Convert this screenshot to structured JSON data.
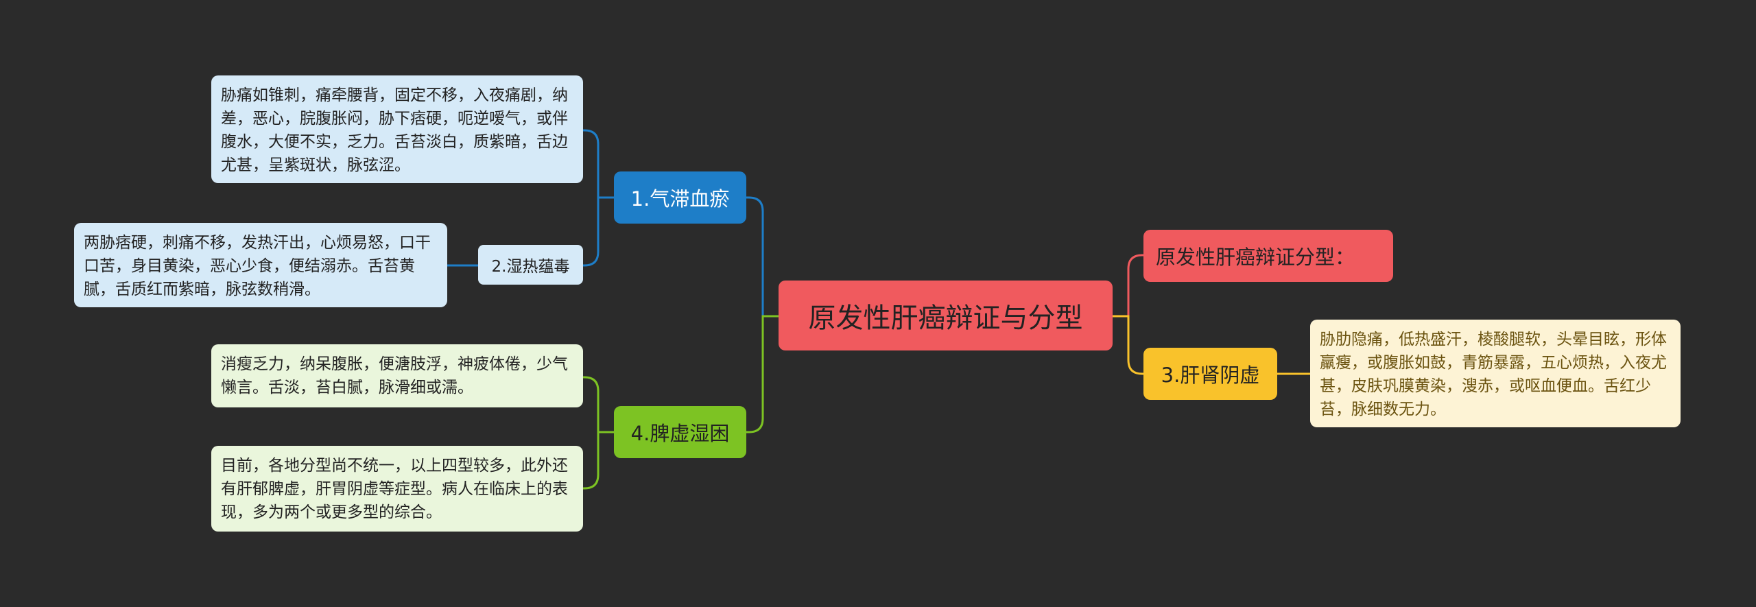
{
  "root": {
    "label": "原发性肝癌辩证与分型"
  },
  "left_branches": [
    {
      "label": "1.气滞血瘀",
      "color": "#1e7ec8",
      "detail": "胁痛如锥刺，痛牵腰背，固定不移，入夜痛剧，纳差，恶心，脘腹胀闷，胁下痞硬，呃逆嗳气，或伴腹水，大便不实，乏力。舌苔淡白，质紫暗，舌边尤甚，呈紫斑状，脉弦涩。",
      "sub": {
        "label": "2.湿热蕴毒",
        "detail": "两胁痞硬，刺痛不移，发热汗出，心烦易怒，口干口苦，身目黄染，恶心少食，便结溺赤。舌苔黄腻，舌质红而紫暗，脉弦数稍滑。"
      }
    },
    {
      "label": "4.脾虚湿困",
      "color": "#7dc323",
      "details": [
        "消瘦乏力，纳呆腹胀，便溏肢浮，神疲体倦，少气懒言。舌淡，苔白腻，脉滑细或濡。",
        "目前，各地分型尚不统一，以上四型较多，此外还有肝郁脾虚，肝胃阴虚等症型。病人在临床上的表现，多为两个或更多型的综合。"
      ]
    }
  ],
  "right_branches": [
    {
      "label": "原发性肝癌辩证分型：",
      "color": "#f05a5e"
    },
    {
      "label": "3.肝肾阴虚",
      "color": "#f9c22b",
      "detail": "胁肋隐痛，低热盛汗，棱酸腿软，头晕目眩，形体羸瘦，或腹胀如鼓，青筋暴露，五心烦热，入夜尤甚，皮肤巩膜黄染，溲赤，或呕血便血。舌红少苔，脉细数无力。"
    }
  ]
}
